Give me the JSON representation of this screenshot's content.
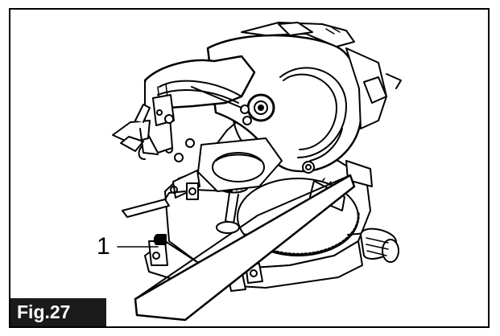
{
  "figure": {
    "label": "Fig.27",
    "callouts": [
      {
        "number": "1"
      }
    ]
  },
  "colors": {
    "ink": "#000000",
    "paper": "#ffffff",
    "label_bg": "#1a1a1a",
    "label_text": "#ffffff",
    "shade": "#9a9a9a"
  },
  "icons": {
    "main": "miter-saw-illustration"
  }
}
